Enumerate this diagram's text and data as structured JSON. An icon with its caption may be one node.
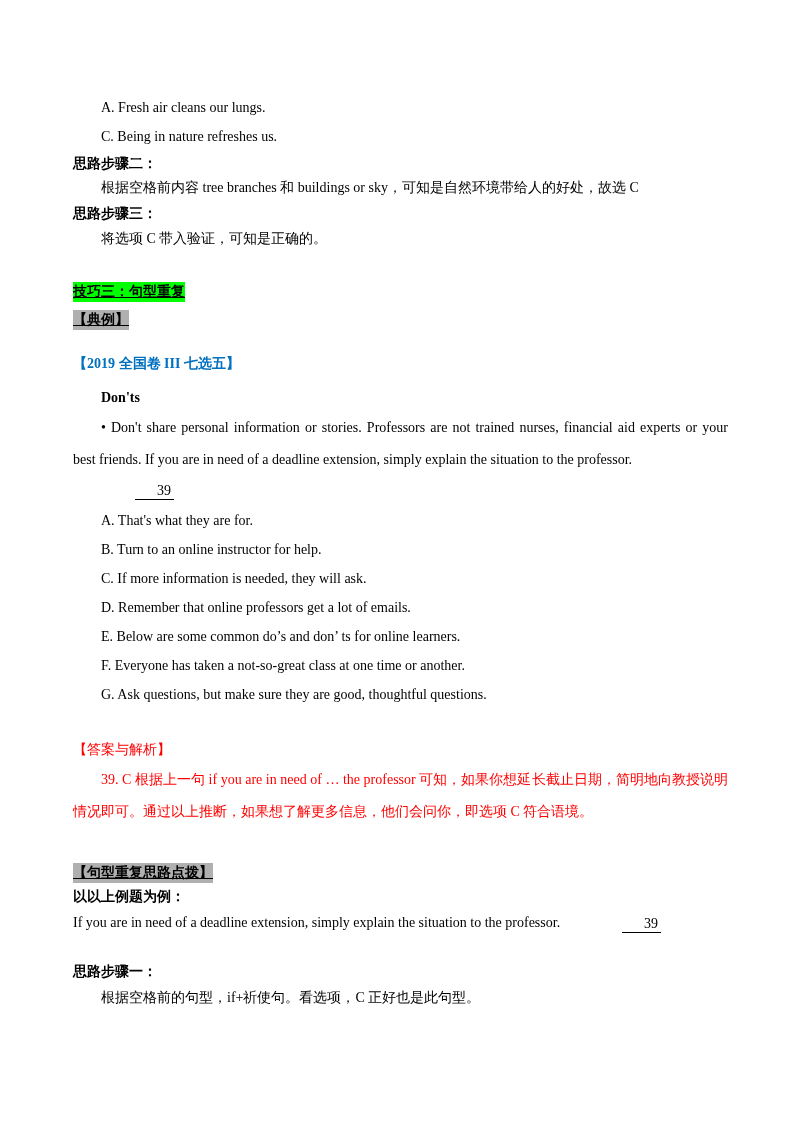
{
  "diagram": {
    "labels": [
      "A. Fresh air cleans our lungs.",
      "C. Being in nature refreshes us.",
      "思路步骤二：",
      "根据空格前内容 tree branches 和 buildings or sky，可知是自然环境带给人的好处，故选 C",
      "思路步骤三：",
      "将选项 C 带入验证，可知是正确的。",
      "技巧三：句型重复",
      "【典例】",
      "【2019 全国卷 III 七选五】",
      "Don'ts",
      "• Don't share personal information or stories. Professors are not trained nurses, financial aid experts or your best friends. If you are in need of a deadline extension, simply explain the situation to the professor.",
      "39",
      "A. That's what they are for.",
      "B. Turn to an online instructor for help.",
      "C. If more information is needed, they will ask.",
      "D. Remember that online professors get a lot of emails.",
      "E. Below are some common do’s and don’ ts for online learners.",
      "F. Everyone has taken a not-so-great class at one time or another.",
      "G. Ask questions, but make sure they are good, thoughtful questions.",
      "【答案与解析】",
      "39. C 根据上一句 if you are in need of … the professor 可知，如果你想延长截止日期，简明地向教授说明情况即可。通过以上推断，如果想了解更多信息，他们会问你，即选项 C 符合语境。",
      "【句型重复思路点拨】",
      "以以上例题为例：",
      "If you are in need of a deadline extension, simply explain the situation to the professor.",
      "39",
      "思路步骤一：",
      "根据空格前的句型，if+祈使句。看选项，C 正好也是此句型。"
    ]
  }
}
